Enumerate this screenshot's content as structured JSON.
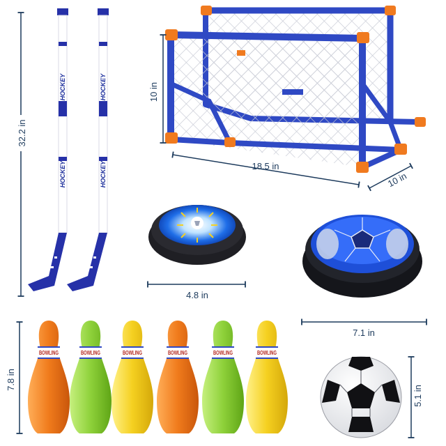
{
  "product": {
    "hockey_stick_brand": "HOCKEY",
    "bowling_pin_label": "BOWLING",
    "colors": {
      "stick_blue": "#2631a8",
      "goal_blue": "#2f49c4",
      "goal_orange": "#f07a1f",
      "pin_orange": "#f07b1c",
      "pin_green": "#8ed13a",
      "pin_yellow": "#f5d020",
      "dimension_line": "#1c3a5c"
    }
  },
  "dimensions": {
    "stick_length": "32.2 in",
    "goal_height": "10 in",
    "goal_width": "18.5 in",
    "goal_depth": "10 in",
    "small_disc_diameter": "4.8 in",
    "large_disc_diameter": "7.1 in",
    "pin_height": "7.8 in",
    "ball_diameter": "5.1 in"
  }
}
